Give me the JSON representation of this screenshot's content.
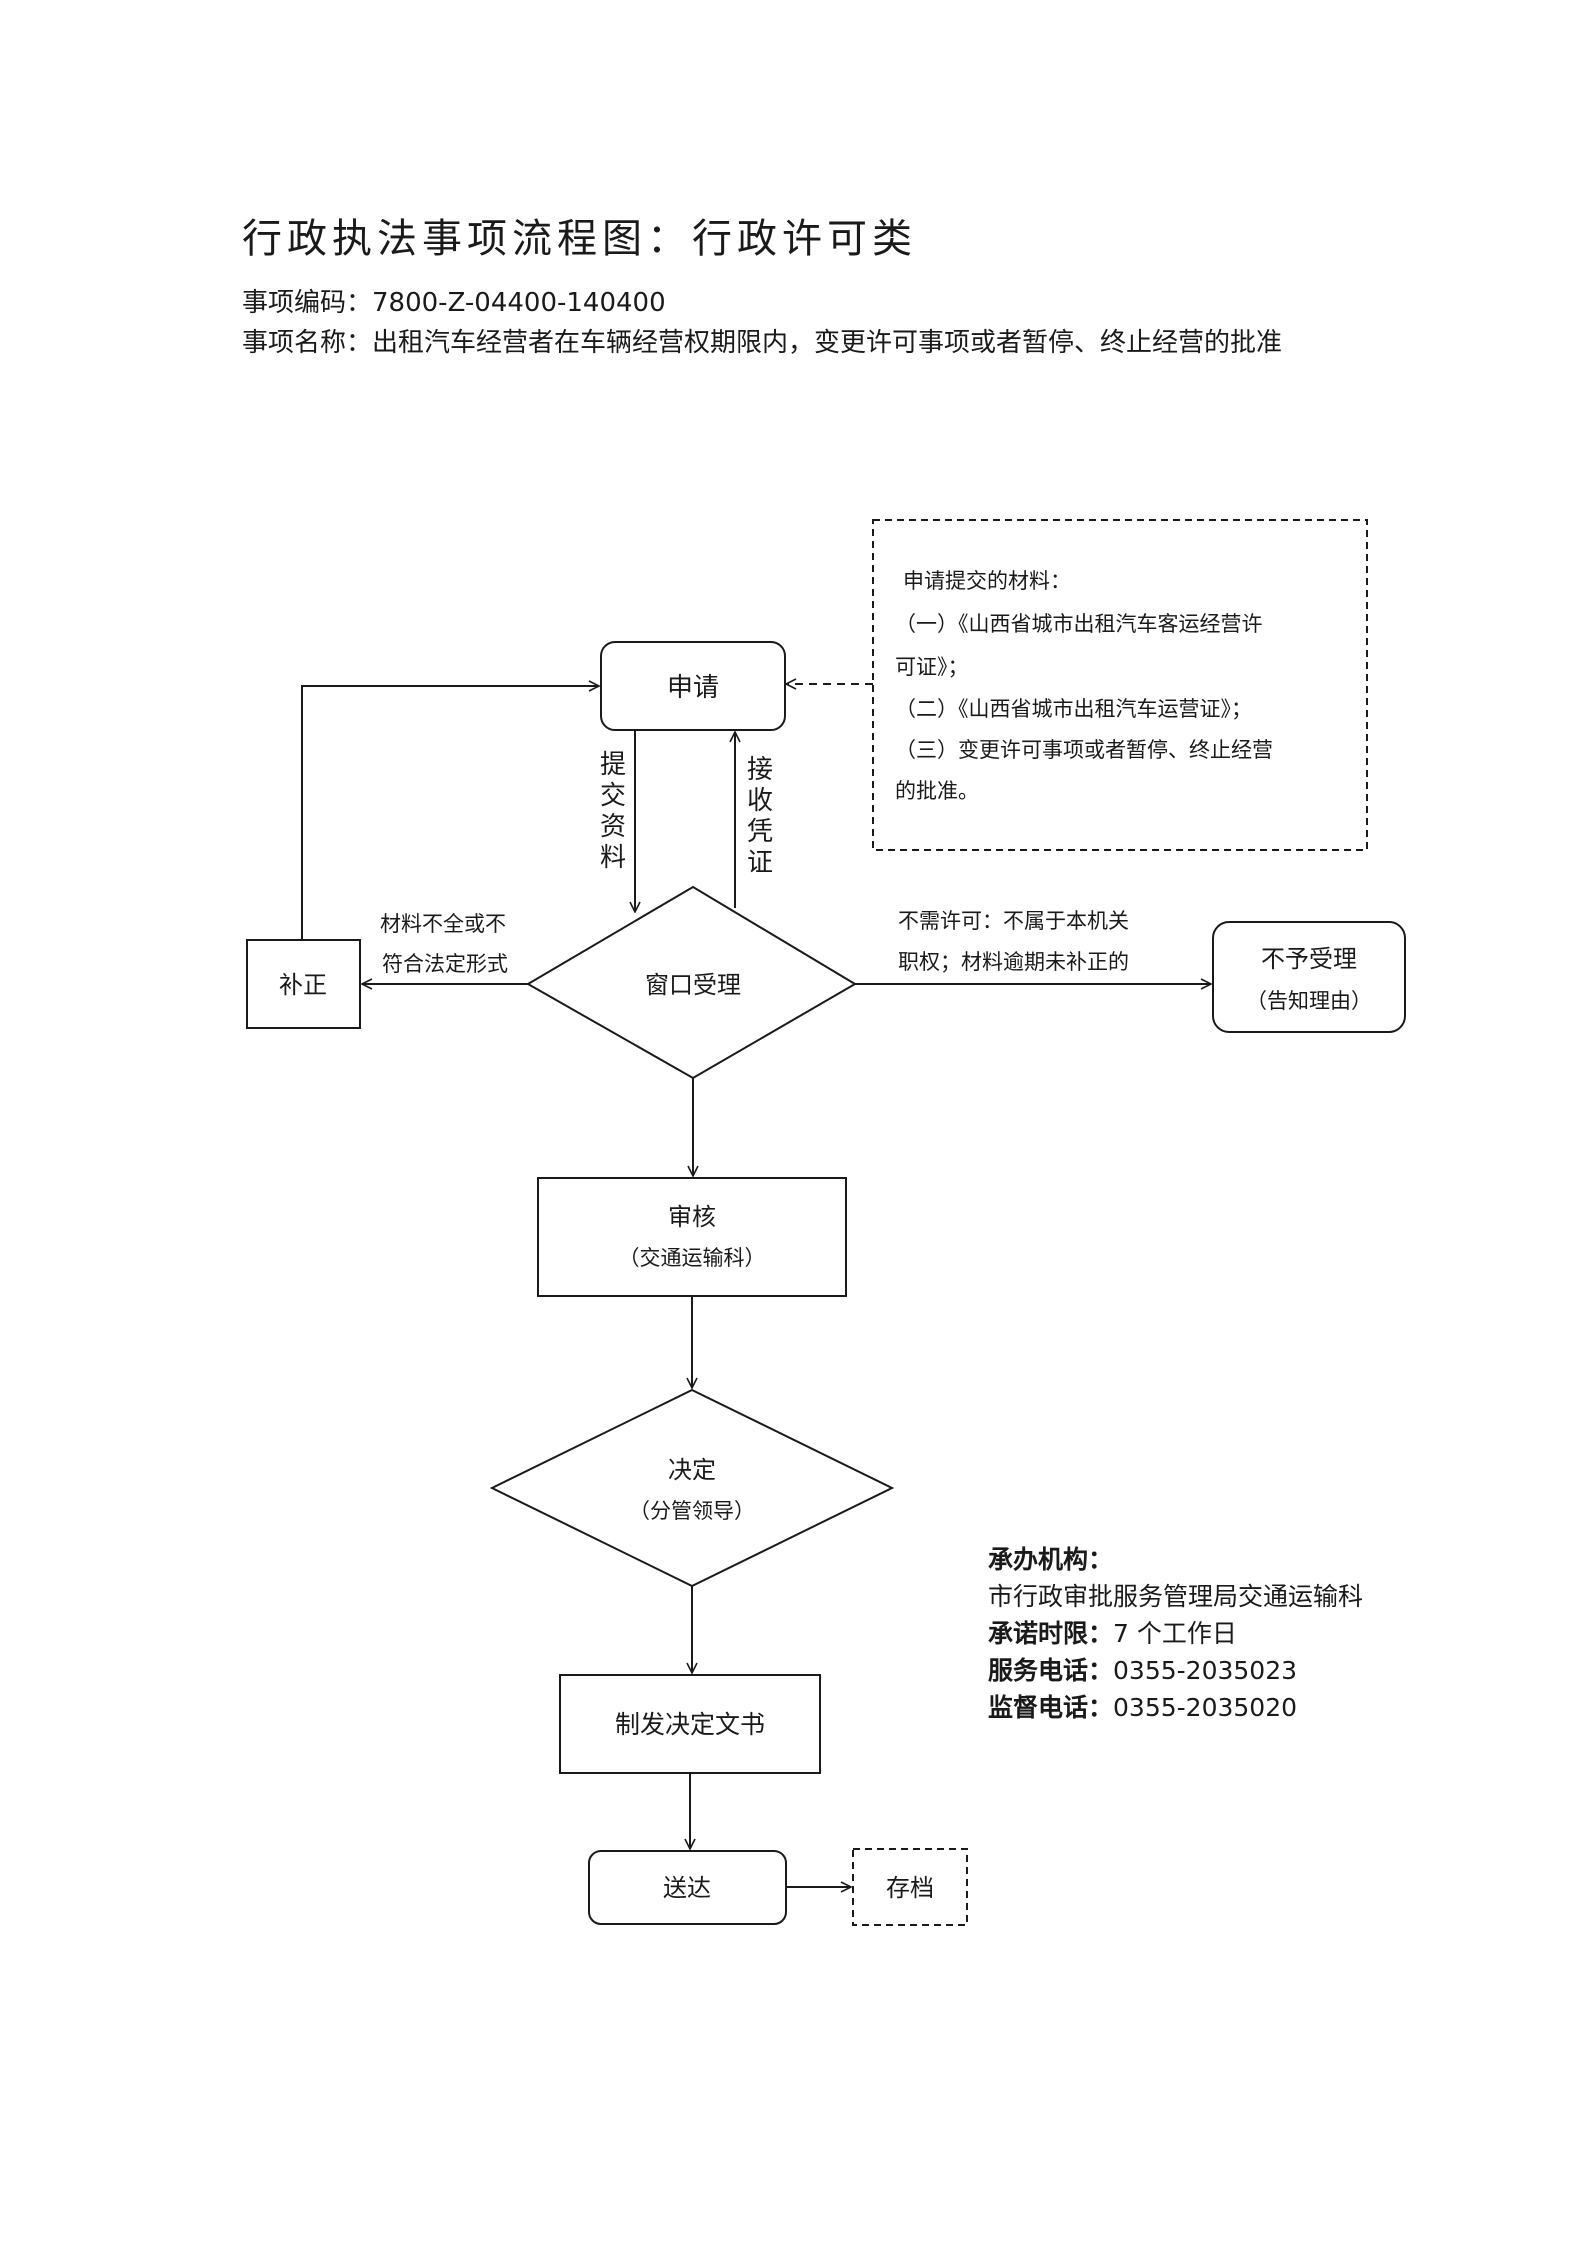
{
  "header": {
    "title": "行政执法事项流程图：行政许可类",
    "code_label": "事项编码：",
    "code_value": "7800-Z-04400-140400",
    "name_label": "事项名称：",
    "name_value": "出租汽车经营者在车辆经营权期限内，变更许可事项或者暂停、终止经营的批准"
  },
  "materials": {
    "title": "申请提交的材料：",
    "lines": [
      "（一）《山西省城市出租汽车客运经营许",
      "可证》；",
      "（二）《山西省城市出租汽车运营证》；",
      "（三）变更许可事项或者暂停、终止经营",
      "的批准。"
    ]
  },
  "nodes": {
    "apply": "申请",
    "window": "窗口受理",
    "correct": "补正",
    "reject": "不予受理",
    "reject_sub": "（告知理由）",
    "review": "审核",
    "review_sub": "（交通运输科）",
    "decide": "决定",
    "decide_sub": "（分管领导）",
    "issue": "制发决定文书",
    "deliver": "送达",
    "archive": "存档"
  },
  "edges": {
    "submit": [
      "提",
      "交",
      "资",
      "料"
    ],
    "receipt": [
      "接",
      "收",
      "凭",
      "证"
    ],
    "incomplete_1": "材料不全或不",
    "incomplete_2": "符合法定形式",
    "no_permit_1": "不需许可：不属于本机关",
    "no_permit_2": "职权；材料逾期未补正的"
  },
  "agency": {
    "org_label": "承办机构：",
    "org_value": "市行政审批服务管理局交通运输科",
    "limit_label": "承诺时限：",
    "limit_value": "7 个工作日",
    "service_label": "服务电话：",
    "service_value": "0355-2035023",
    "supervise_label": "监督电话：",
    "supervise_value": "0355-2035020"
  }
}
